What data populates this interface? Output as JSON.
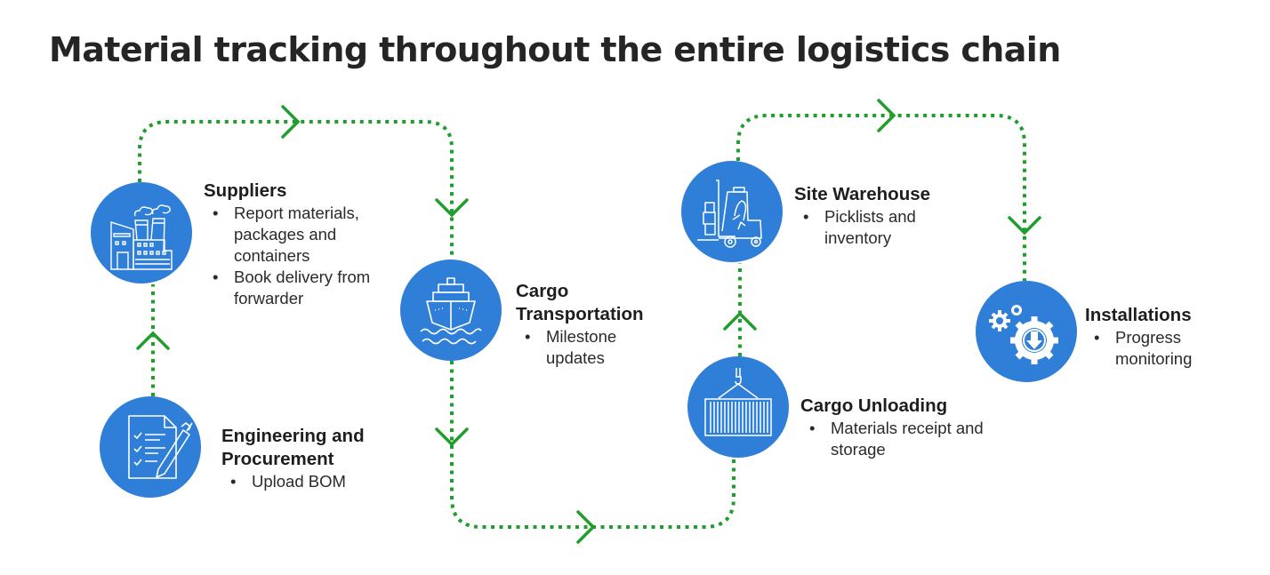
{
  "title": "Material tracking throughout the entire logistics chain",
  "colors": {
    "circle_fill": "#2f7ed8",
    "connector": "#1f9e2c",
    "icon_stroke": "#ffffff",
    "text": "#1e1e1e"
  },
  "nodes": [
    {
      "id": "engineering",
      "step": 1,
      "title": "Engineering and Procurement",
      "title_lines": [
        "Engineering and",
        "Procurement"
      ],
      "icon": "document-checklist-pen-icon",
      "bullets": [
        "Upload BOM"
      ]
    },
    {
      "id": "suppliers",
      "step": 2,
      "title": "Suppliers",
      "title_lines": [
        "Suppliers"
      ],
      "icon": "factory-icon",
      "bullets": [
        "Report materials, packages and containers",
        "Book delivery from forwarder"
      ]
    },
    {
      "id": "cargo-transportation",
      "step": 3,
      "title": "Cargo Transportation",
      "title_lines": [
        "Cargo",
        "Transportation"
      ],
      "icon": "cargo-ship-icon",
      "bullets": [
        "Milestone updates"
      ]
    },
    {
      "id": "cargo-unloading",
      "step": 4,
      "title": "Cargo Unloading",
      "title_lines": [
        "Cargo Unloading"
      ],
      "icon": "crane-container-icon",
      "bullets": [
        "Materials receipt and storage"
      ]
    },
    {
      "id": "site-warehouse",
      "step": 5,
      "title": "Site Warehouse",
      "title_lines": [
        "Site Warehouse"
      ],
      "icon": "forklift-icon",
      "bullets": [
        "Picklists and inventory"
      ]
    },
    {
      "id": "installations",
      "step": 6,
      "title": "Installations",
      "title_lines": [
        "Installations"
      ],
      "icon": "gears-download-icon",
      "bullets": [
        "Progress monitoring"
      ]
    }
  ],
  "connectors": [
    {
      "from": "engineering",
      "to": "suppliers",
      "style": "dotted-arrow"
    },
    {
      "from": "suppliers",
      "to": "cargo-transportation",
      "style": "dotted-arrow"
    },
    {
      "from": "cargo-transportation",
      "to": "cargo-unloading",
      "style": "dotted-arrow"
    },
    {
      "from": "cargo-unloading",
      "to": "site-warehouse",
      "style": "dotted-arrow"
    },
    {
      "from": "site-warehouse",
      "to": "installations",
      "style": "dotted-arrow"
    }
  ]
}
